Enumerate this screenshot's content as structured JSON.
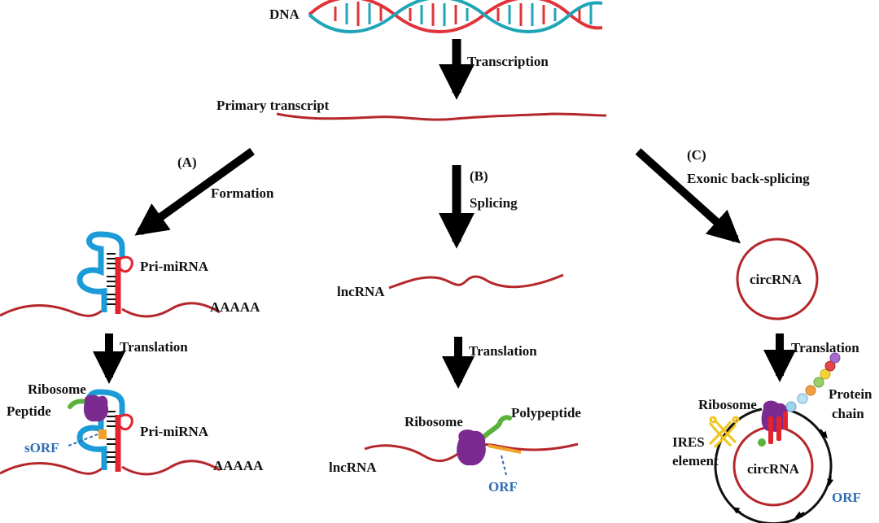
{
  "labels": {
    "dna": "DNA",
    "transcription": "Transcription",
    "primary_transcript": "Primary transcript",
    "branch_a": "(A)",
    "formation": "Formation",
    "branch_b": "(B)",
    "splicing": "Splicing",
    "branch_c": "(C)",
    "back_splicing": "Exonic back-splicing",
    "pri_mirna_top": "Pri-miRNA",
    "polya_top": "AAAAA",
    "lncrna_top": "lncRNA",
    "circrna_top": "circRNA",
    "translation_a": "Translation",
    "translation_b": "Translation",
    "translation_c": "Translation",
    "ribosome_a": "Ribosome",
    "peptide": "Peptide",
    "sorf": "sORF",
    "pri_mirna_bottom": "Pri-miRNA",
    "polya_bottom": "AAAAA",
    "ribosome_b": "Ribosome",
    "polypeptide": "Polypeptide",
    "lncrna_bottom": "lncRNA",
    "orf_b": "ORF",
    "ribosome_c": "Ribosome",
    "protein_chain_line1": "Protein",
    "protein_chain_line2": "chain",
    "ires_line1": "IRES",
    "ires_line2": "element",
    "circrna_bottom": "circRNA",
    "orf_c": "ORF"
  },
  "colors": {
    "rna": "#b5272b",
    "dna_strand_a": "#e0343a",
    "dna_strand_b": "#1fa5b8",
    "stem_blue": "#1b9bd7",
    "stem_red": "#e3232e",
    "ribosome": "#7b2a8f",
    "peptide": "#5cb13c",
    "sorf": "#f1a22a",
    "orf_label": "#2f6db5",
    "ires": "#f0c419",
    "arrow": "#000000"
  }
}
